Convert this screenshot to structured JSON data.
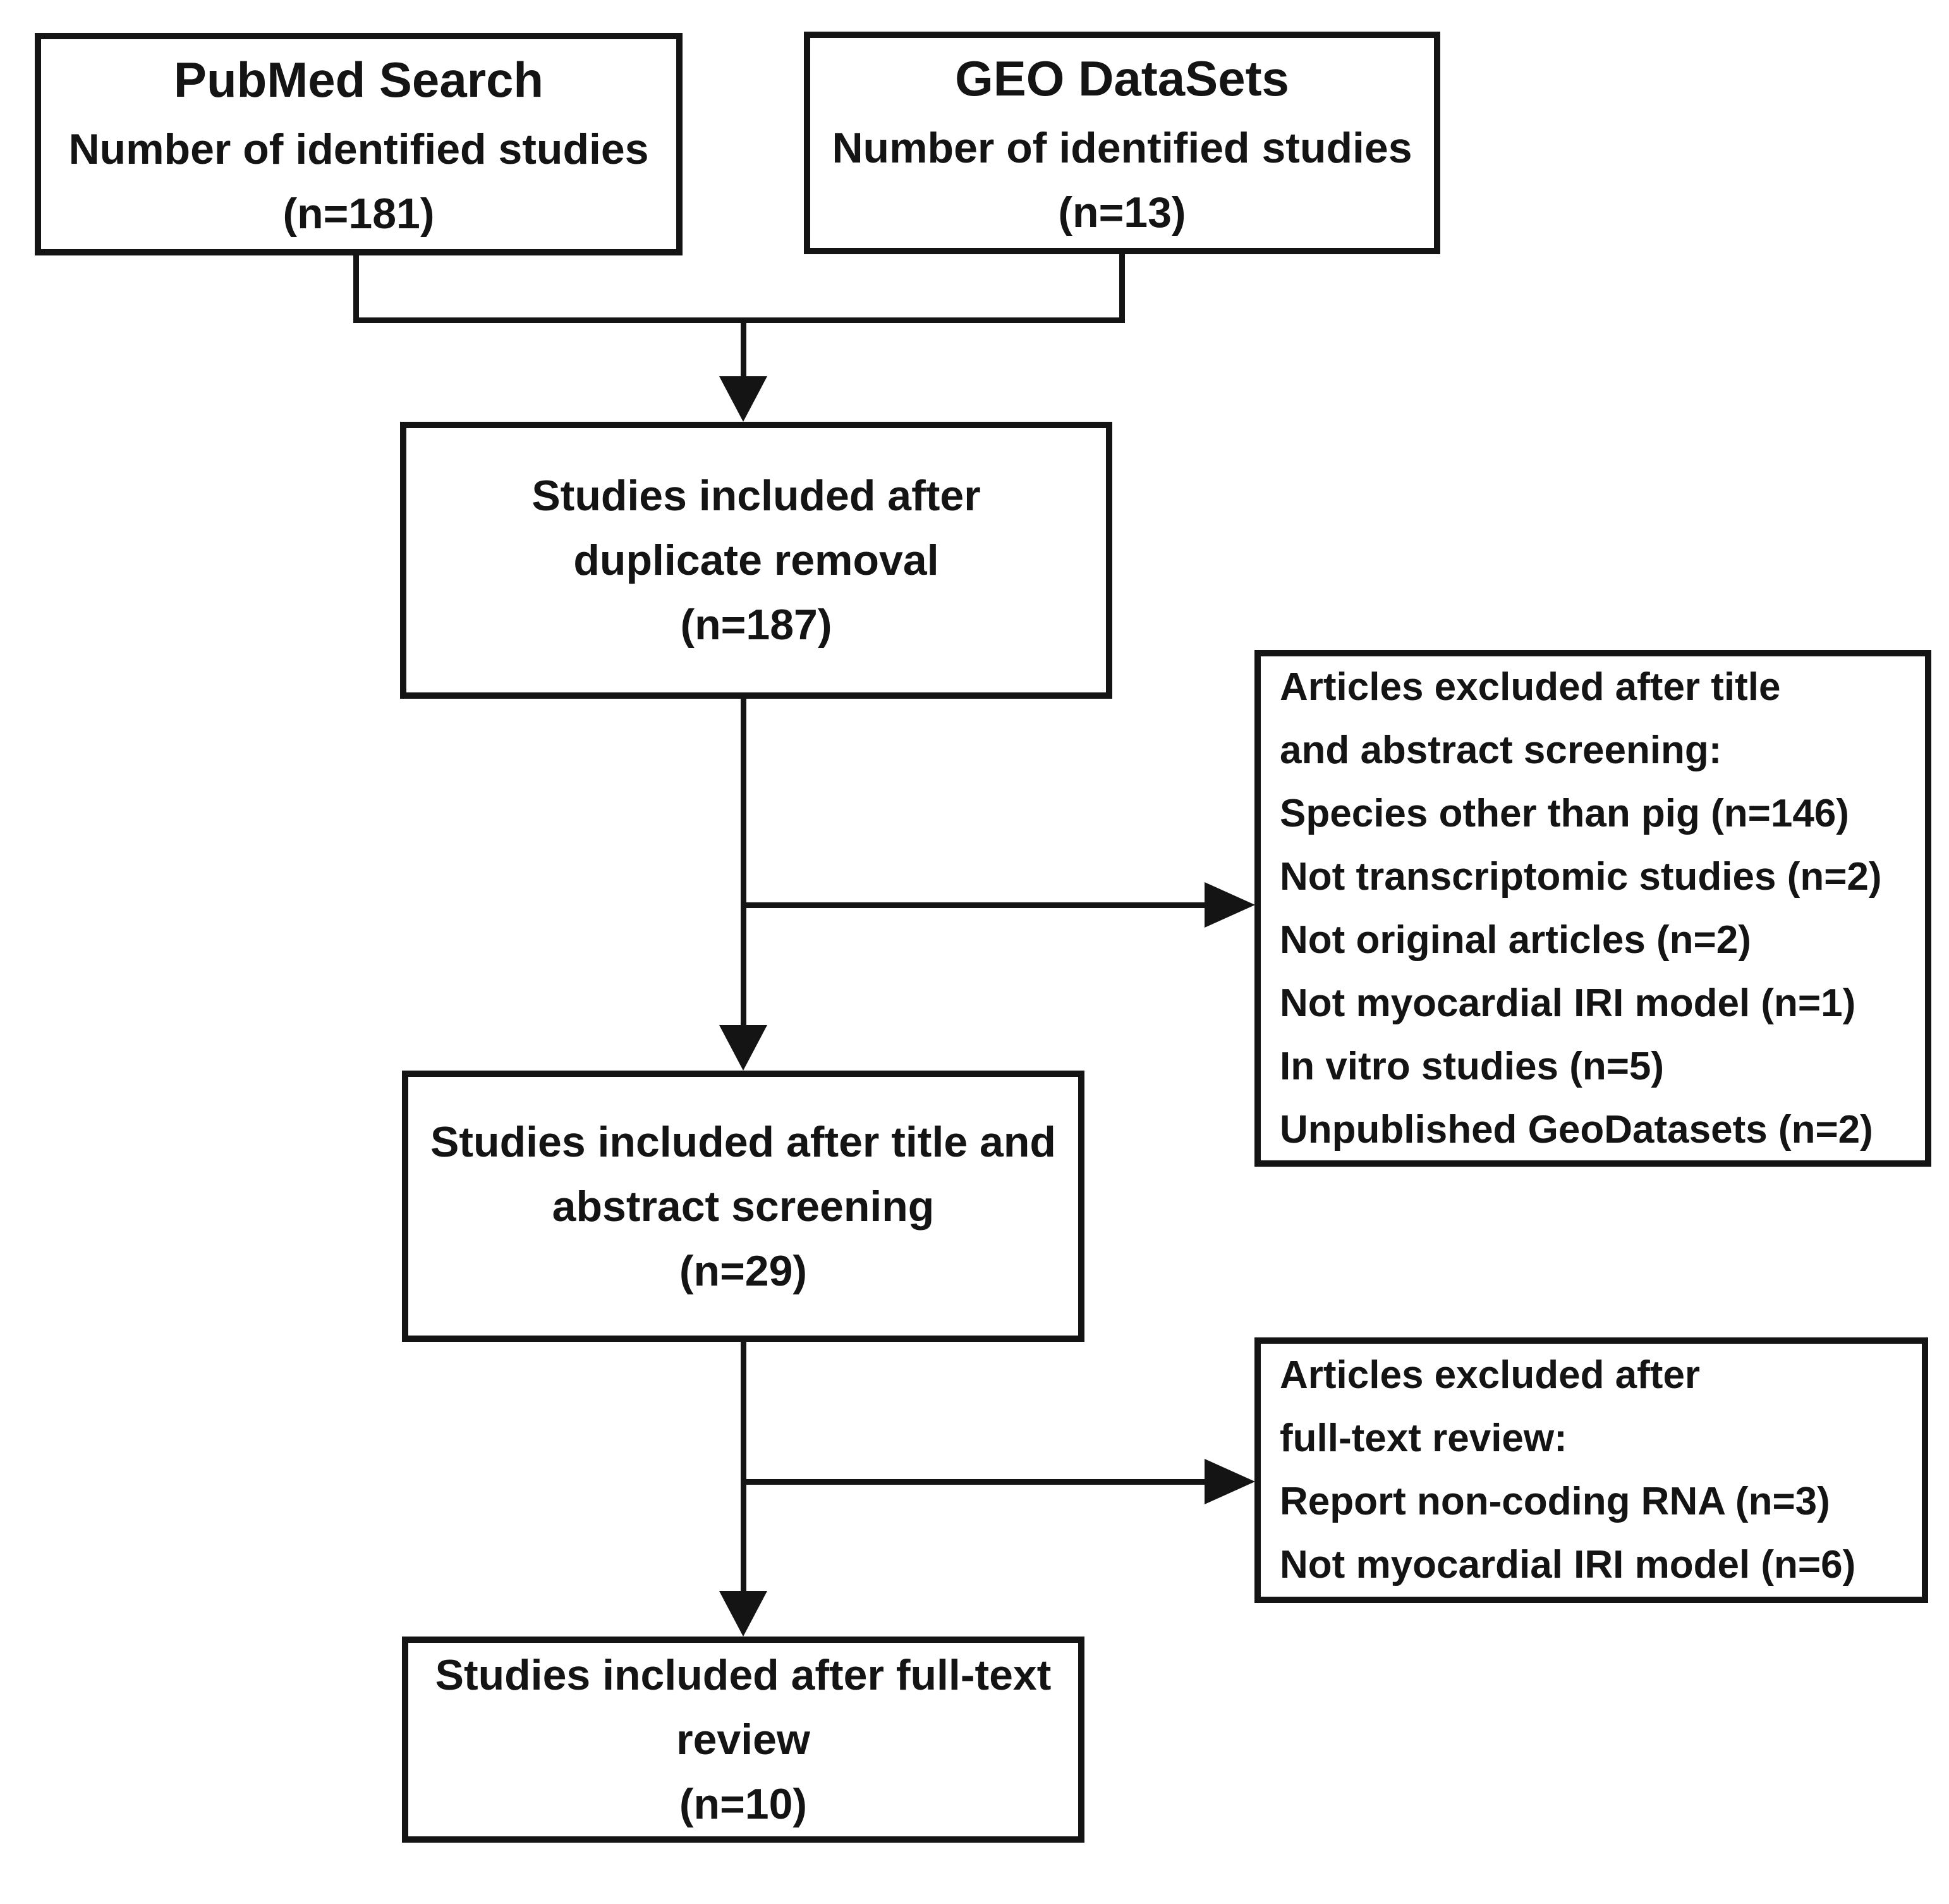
{
  "diagram": {
    "type": "prisma-flowchart",
    "colors": {
      "ink": "#141414",
      "background": "#ffffff"
    },
    "boxes": {
      "pubmed": {
        "title": "PubMed Search",
        "lines": [
          "Number of identified studies",
          "(n=181)"
        ]
      },
      "geo": {
        "title": "GEO DataSets",
        "lines": [
          "Number of identified studies",
          "(n=13)"
        ]
      },
      "dedup": {
        "lines": [
          "Studies included after",
          "duplicate removal",
          "(n=187)"
        ]
      },
      "excluded_title_abstract": {
        "lines": [
          "Articles excluded after title",
          "and abstract screening:",
          "Species other than pig (n=146)",
          "Not transcriptomic studies (n=2)",
          "Not original articles (n=2)",
          "Not myocardial IRI model (n=1)",
          "In vitro studies (n=5)",
          "Unpublished GeoDatasets (n=2)"
        ]
      },
      "title_abstract": {
        "lines": [
          "Studies included after title and",
          "abstract screening",
          "(n=29)"
        ]
      },
      "excluded_fulltext": {
        "lines": [
          "Articles excluded after",
          "full-text review:",
          "Report non-coding RNA (n=3)",
          "Not myocardial IRI model (n=6)"
        ]
      },
      "fulltext": {
        "lines": [
          "Studies included after full-text",
          "review",
          "(n=10)"
        ]
      }
    }
  }
}
